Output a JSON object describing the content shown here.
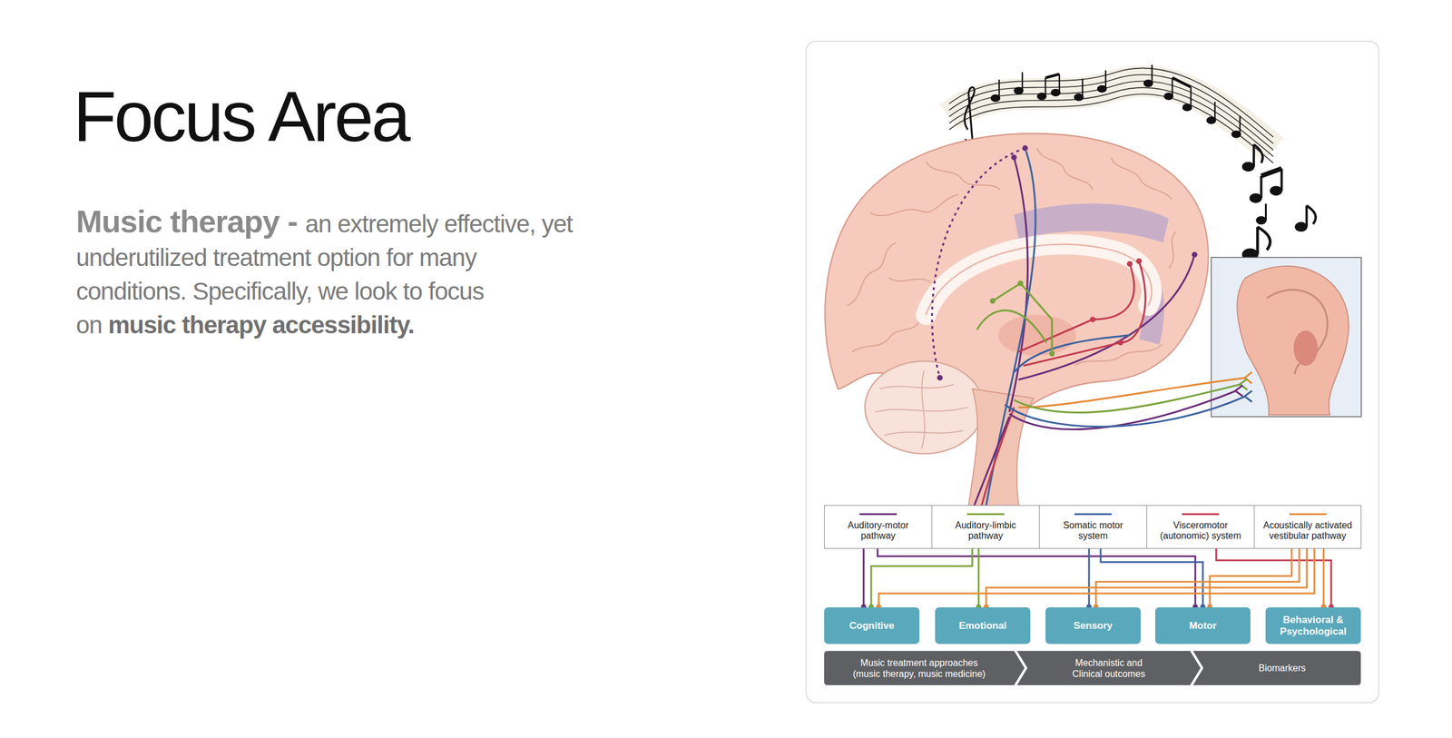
{
  "diagram": {
    "title": "Focus Area",
    "nodes": [
      {
        "text": [
          "Auditory-motor pathway"
        ]
      },
      {
        "text": [
          "Auditory-limbic pathway"
        ]
      },
      {
        "text": [
          "Somatic motor system"
        ]
      },
      {
        "text": [
          "Visceromotor (autonomic) system"
        ]
      },
      {
        "text": [
          "Acoustically activated vestibular pathway"
        ]
      },
      {
        "text": [
          "Cognitive"
        ]
      },
      {
        "text": [
          "Emotional"
        ]
      },
      {
        "text": [
          "Sensory"
        ]
      },
      {
        "text": [
          "Motor"
        ]
      },
      {
        "text": [
          "Behavioral & Psychological"
        ]
      },
      {
        "text": [
          "Music treatment approaches (music therapy, music medicine)"
        ]
      },
      {
        "text": [
          "Mechanistic and Clinical outcomes"
        ]
      },
      {
        "text": [
          "Biomarkers"
        ]
      }
    ],
    "edges": [
      {
        "from": 0,
        "to": 5,
        "arrow": "none"
      },
      {
        "from": 0,
        "to": 8,
        "arrow": "none"
      },
      {
        "from": 1,
        "to": 5,
        "arrow": "none"
      },
      {
        "from": 1,
        "to": 6,
        "arrow": "none"
      },
      {
        "from": 2,
        "to": 7,
        "arrow": "none"
      },
      {
        "from": 2,
        "to": 8,
        "arrow": "none"
      },
      {
        "from": 3,
        "to": 9,
        "arrow": "none"
      },
      {
        "from": 4,
        "to": 5,
        "arrow": "none"
      },
      {
        "from": 4,
        "to": 6,
        "arrow": "none"
      },
      {
        "from": 4,
        "to": 7,
        "arrow": "none"
      },
      {
        "from": 4,
        "to": 8,
        "arrow": "none"
      },
      {
        "from": 4,
        "to": 9,
        "arrow": "none"
      }
    ],
    "labels": [
      "Music therapy -",
      "an extremely effective, yet underutilized treatment option for many conditions. Specifically, we look to focus on",
      "music therapy accessibility."
    ]
  }
}
